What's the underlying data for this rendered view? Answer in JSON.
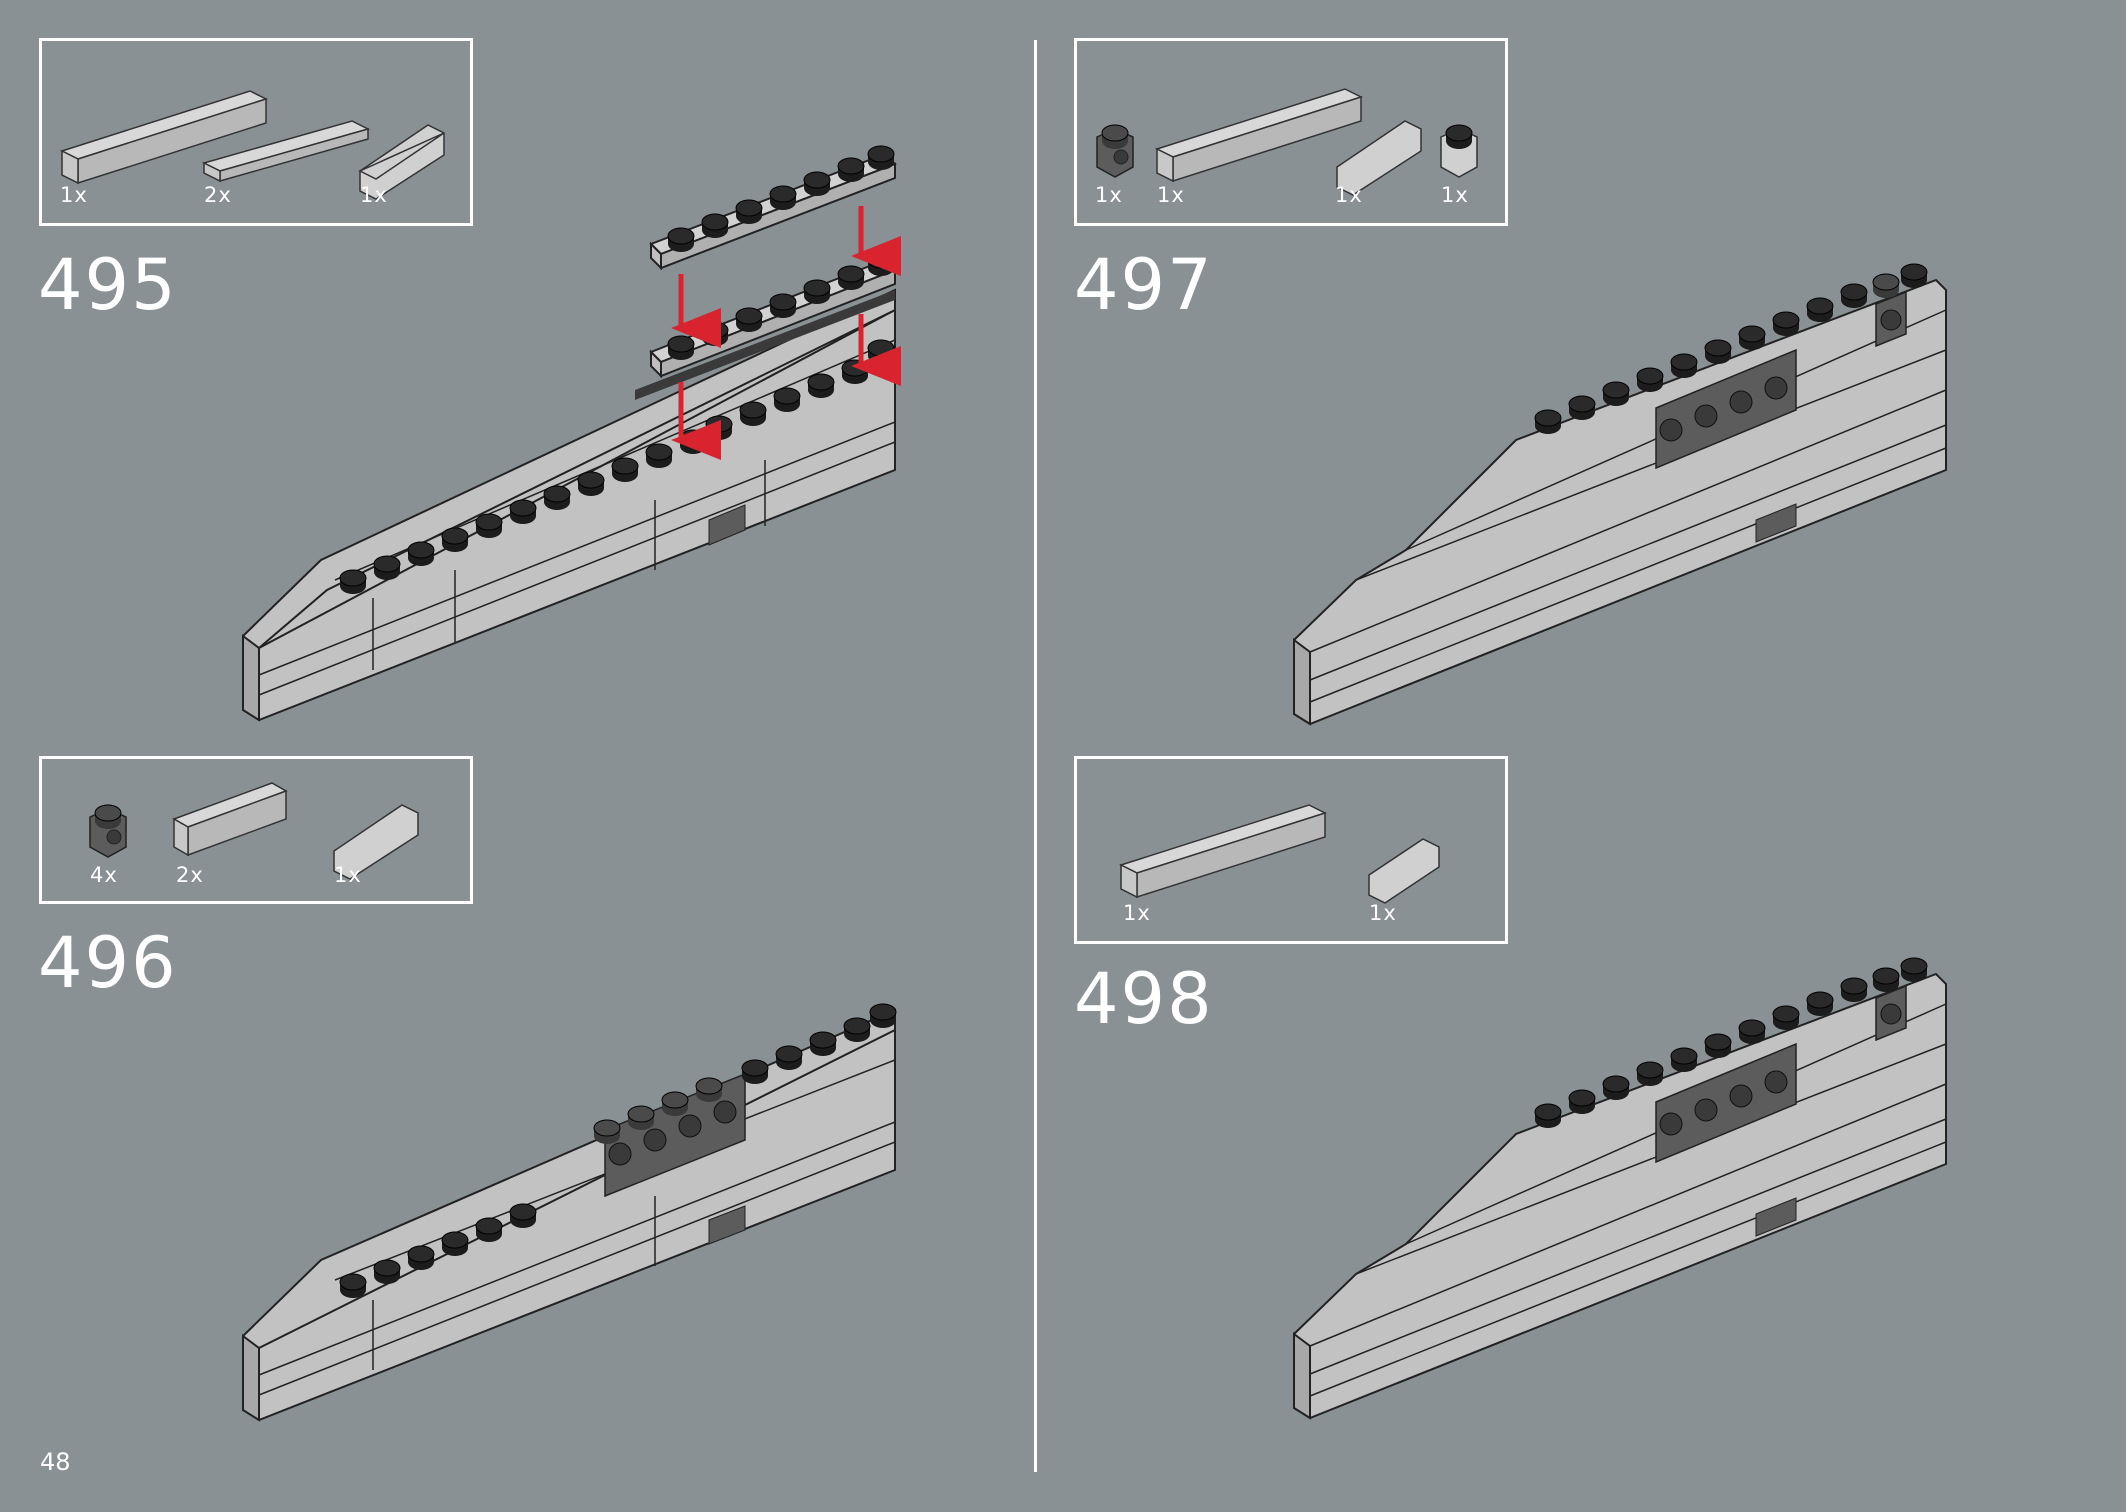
{
  "page_number": "48",
  "steps": [
    {
      "number": "495",
      "parts": [
        {
          "qty": "1x",
          "name": "1x8-brick-light-grey"
        },
        {
          "qty": "2x",
          "name": "1x6-plate-light-grey"
        },
        {
          "qty": "1x",
          "name": "1x3-slope-light-grey"
        }
      ]
    },
    {
      "number": "496",
      "parts": [
        {
          "qty": "4x",
          "name": "1x1-headlight-brick-dark-grey"
        },
        {
          "qty": "2x",
          "name": "1x4-brick-light-grey"
        },
        {
          "qty": "1x",
          "name": "1x3-slope-light-grey"
        }
      ]
    },
    {
      "number": "497",
      "parts": [
        {
          "qty": "1x",
          "name": "1x1-headlight-brick-dark-grey"
        },
        {
          "qty": "1x",
          "name": "1x8-brick-light-grey"
        },
        {
          "qty": "1x",
          "name": "1x3-slope-light-grey"
        },
        {
          "qty": "1x",
          "name": "1x1-brick-light-grey"
        }
      ]
    },
    {
      "number": "498",
      "parts": [
        {
          "qty": "1x",
          "name": "1x8-brick-light-grey"
        },
        {
          "qty": "1x",
          "name": "1x2-slope-light-grey"
        }
      ]
    }
  ],
  "colors": {
    "background": "#8a9194",
    "brick_light": "#c8c8c8",
    "brick_dark": "#5c5c5c",
    "arrow": "#d9232e",
    "frame": "#ffffff"
  }
}
